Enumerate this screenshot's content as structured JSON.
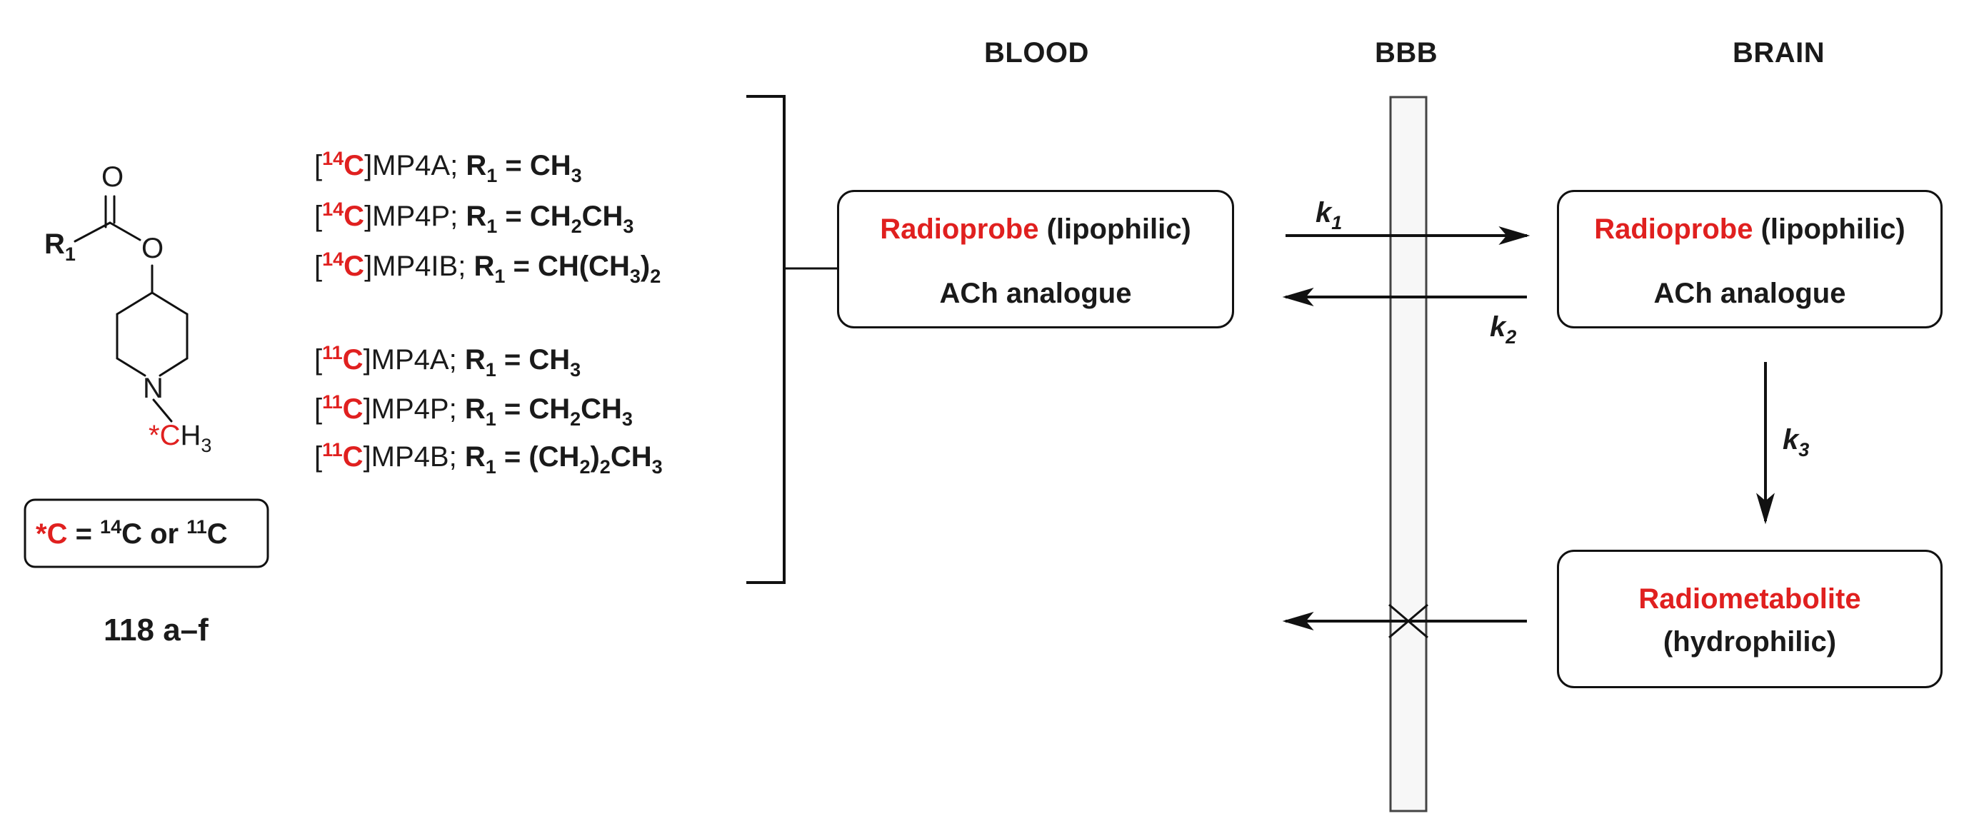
{
  "headers": {
    "blood": "BLOOD",
    "bbb": "BBB",
    "brain": "BRAIN"
  },
  "structure": {
    "atom_O_carbonyl": "O",
    "atom_O_ester": "O",
    "atom_R": "R",
    "atom_R_sub": "1",
    "atom_N": "N",
    "methyl_star": "*",
    "methyl_C": "C",
    "methyl_H": "H",
    "methyl_H_sub": "3",
    "legend_star_c": "*C",
    "legend_eq": " = ",
    "legend_14": "14",
    "legend_c1": "C or ",
    "legend_11": "11",
    "legend_c2": "C",
    "compound_label": "118 a–f"
  },
  "compounds": [
    {
      "iso": "14",
      "name": "]MP4A; ",
      "r_sub": "1",
      "eq": " = CH",
      "tail_sub": "3",
      "tail": ""
    },
    {
      "iso": "14",
      "name": "]MP4P; ",
      "r_sub": "1",
      "eq": " = CH",
      "tail_sub": "2",
      "tail": "CH",
      "tail_sub2": "3"
    },
    {
      "iso": "14",
      "name": "]MP4IB; ",
      "r_sub": "1",
      "eq": " = CH(CH",
      "tail_sub": "3",
      "tail": ")",
      "tail_sub2": "2"
    },
    {
      "iso": "11",
      "name": "]MP4A; ",
      "r_sub": "1",
      "eq": " = CH",
      "tail_sub": "3",
      "tail": ""
    },
    {
      "iso": "11",
      "name": "]MP4P; ",
      "r_sub": "1",
      "eq": " = CH",
      "tail_sub": "2",
      "tail": "CH",
      "tail_sub2": "3"
    },
    {
      "iso": "11",
      "name": "]MP4B; ",
      "r_sub": "1",
      "eq": " = (CH",
      "tail_sub": "2",
      "tail": ")",
      "tail_sub2": "2",
      "tail2": "CH",
      "tail_sub3": "3"
    }
  ],
  "compound_common": {
    "open_bracket": "[",
    "carbon": "C",
    "r_letter": "R"
  },
  "boxes": {
    "blood_probe": {
      "red": "Radioprobe",
      "black": " (lipophilic)",
      "line2": "ACh analogue"
    },
    "brain_probe": {
      "red": "Radioprobe",
      "black": " (lipophilic)",
      "line2": "ACh analogue"
    },
    "brain_metabolite": {
      "red": "Radiometabolite",
      "line2": "(hydrophilic)"
    }
  },
  "rates": {
    "k1": {
      "k": "k",
      "sub": "1"
    },
    "k2": {
      "k": "k",
      "sub": "2"
    },
    "k3": {
      "k": "k",
      "sub": "3"
    }
  },
  "colors": {
    "accent_red": "#e0201f",
    "ink": "#1a1a1a",
    "membrane_fill": "#f7f7f7"
  }
}
